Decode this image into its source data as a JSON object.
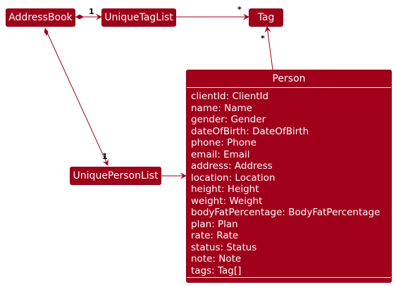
{
  "diagram": {
    "classes": {
      "address_book": "AddressBook",
      "unique_tag_list": "UniqueTagList",
      "tag": "Tag",
      "unique_person_list": "UniquePersonList",
      "person": "Person"
    },
    "person_attributes": [
      "clientId: ClientId",
      "name: Name",
      "gender: Gender",
      "dateOfBirth: DateOfBirth",
      "phone: Phone",
      "email: Email",
      "address: Address",
      "location: Location",
      "height: Height",
      "weight: Weight",
      "bodyFatPercentage: BodyFatPercentage",
      "plan: Plan",
      "rate: Rate",
      "status: Status",
      "note: Note",
      "tags: Tag[]"
    ],
    "multiplicities": {
      "addressbook_to_taglist": "1",
      "taglist_to_tag": "*",
      "person_to_tag": "*",
      "addressbook_to_personlist": "1"
    },
    "colors": {
      "class_fill": "#a0001a",
      "class_text": "#ffffff",
      "line": "#a0001a"
    }
  }
}
